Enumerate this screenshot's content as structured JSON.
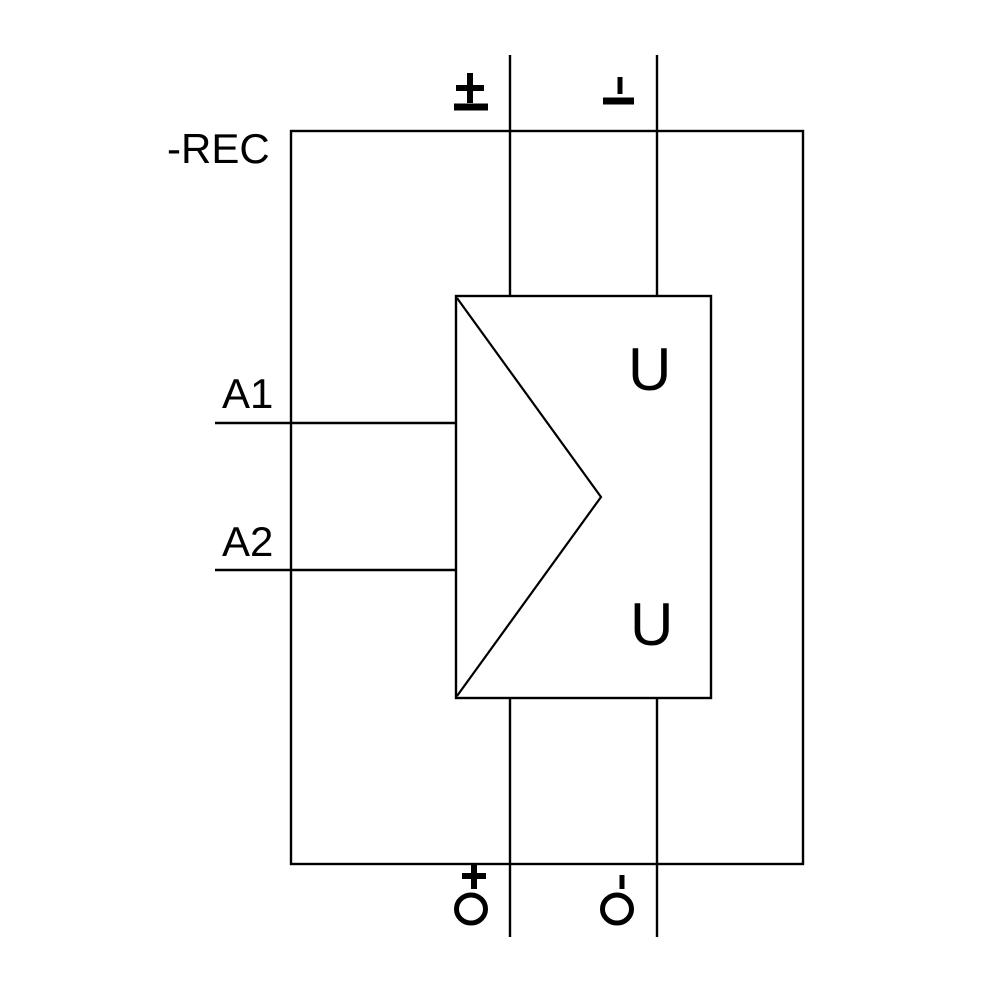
{
  "diagram": {
    "kind": "rectifier-schematic-symbol",
    "component": {
      "designation": "-REC",
      "inner_label_top": "U",
      "inner_label_bottom": "U"
    },
    "inputs": {
      "input1_label": "A1",
      "input2_label": "A2"
    },
    "terminals": {
      "top_left_sign": "+",
      "top_right_sign": "-",
      "bottom_left_sign": "+",
      "bottom_left_circle": "O",
      "bottom_right_sign": "-",
      "bottom_right_circle": "O"
    },
    "icons": {
      "top_left": "plus-underline-icon",
      "top_right": "minus-tick-underline-icon",
      "bottom_left": "plus-over-circle-icon",
      "bottom_right": "minus-tick-over-circle-icon"
    },
    "colors": {
      "line": "#000000",
      "text": "#000000",
      "background": "#ffffff"
    }
  }
}
